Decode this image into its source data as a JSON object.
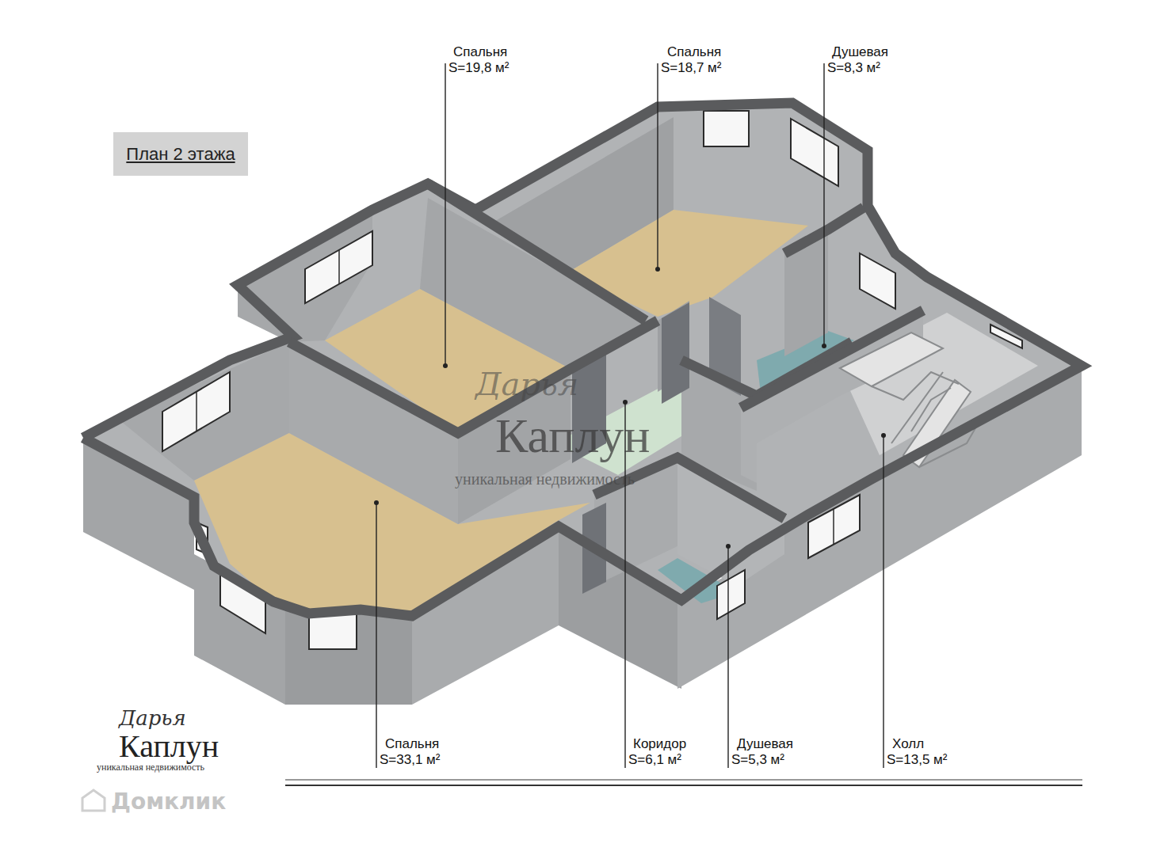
{
  "diagram": {
    "title": "План 2 этажа",
    "labels": [
      "Спальня",
      "S=19,8 м²",
      "Спальня",
      "S=18,7 м²",
      "Душевая",
      "S=8,3 м²",
      "Спальня",
      "S=33,1 м²",
      "Коридор",
      "S=6,1 м²",
      "Душевая",
      "S=5,3 м²",
      "Холл",
      "S=13,5 м²",
      "Дарья",
      "Каплун",
      "уникальная недвижимость",
      "Дарья",
      "Каплун",
      "уникальная недвижимость",
      "Домклик"
    ]
  }
}
